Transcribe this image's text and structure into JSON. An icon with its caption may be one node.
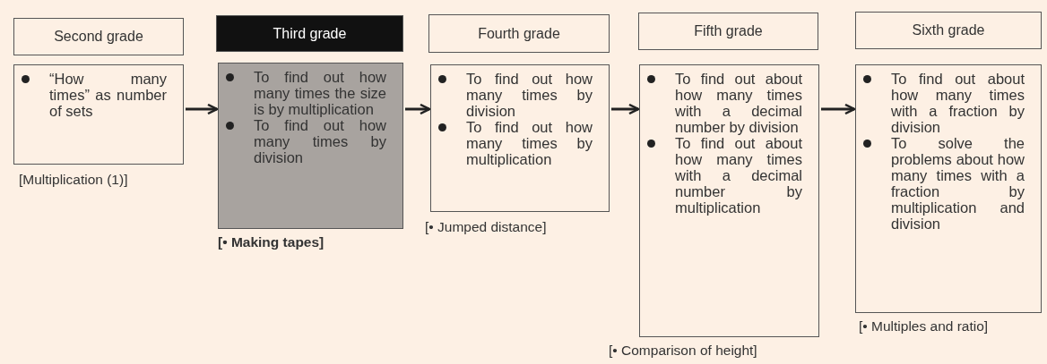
{
  "diagram": {
    "nodes": [
      {
        "text": [
          "Second grade"
        ]
      },
      {
        "text": [
          "“How many times” as number of sets"
        ],
        "beside": [
          "[Multiplication (1)]"
        ]
      },
      {
        "text": [
          "Third grade"
        ]
      },
      {
        "text": [
          "To find out how many times the size is by multiplication",
          "To find out how many times by division"
        ],
        "beside": [
          "[• Making tapes]"
        ]
      },
      {
        "text": [
          "Fourth grade"
        ]
      },
      {
        "text": [
          "To find out how many times by division",
          "To find out how many times by multiplication"
        ],
        "beside": [
          "[• Jumped distance]"
        ]
      },
      {
        "text": [
          "Fifth grade"
        ]
      },
      {
        "text": [
          "To find out about how many times with a decimal number by division",
          "To find out about how many times with a decimal number by multiplication"
        ],
        "beside": [
          "[• Comparison of height]"
        ]
      },
      {
        "text": [
          "Sixth grade"
        ]
      },
      {
        "text": [
          "To find out about how many times with a fraction by division",
          "To solve the problems about how many times with a fraction by multiplication and division"
        ],
        "beside": [
          "[• Multiples and ratio]"
        ]
      }
    ],
    "edges": [
      {
        "from": 1,
        "to": 3,
        "arrow": "to"
      },
      {
        "from": 3,
        "to": 5,
        "arrow": "to"
      },
      {
        "from": 5,
        "to": 7,
        "arrow": "to"
      },
      {
        "from": 7,
        "to": 9,
        "arrow": "to"
      }
    ]
  }
}
